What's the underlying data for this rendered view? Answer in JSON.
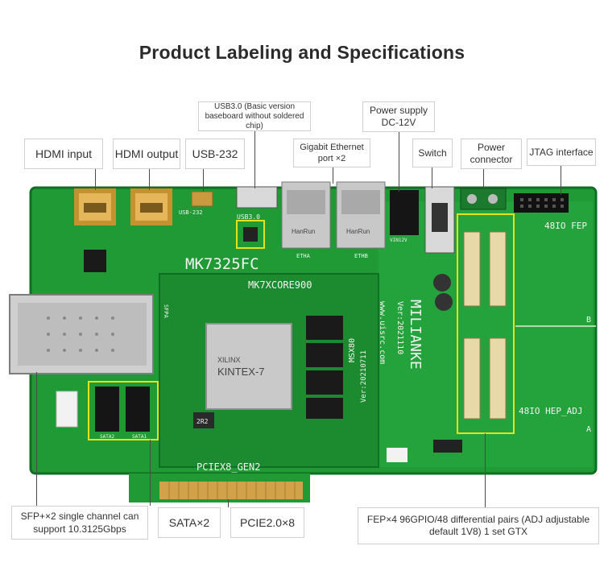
{
  "title": "Product Labeling and Specifications",
  "callouts": {
    "hdmi_input": "HDMI input",
    "hdmi_output": "HDMI output",
    "usb232": "USB-232",
    "usb30": "USB3.0 (Basic version baseboard without soldered chip)",
    "ethernet": "Gigabit Ethernet port ×2",
    "power_supply": "Power supply DC-12V",
    "switch": "Switch",
    "power_connector": "Power connector",
    "jtag": "JTAG interface",
    "sfp": "SFP+×2 single channel can support 10.3125Gbps",
    "sata": "SATA×2",
    "pcie": "PCIE2.0×8",
    "fep": "FEP×4 96GPIO/48 differential pairs (ADJ adjustable default 1V8) 1 set GTX"
  },
  "silkscreen": {
    "board_name": "MK7325FC",
    "core_name": "MK7XCORE900",
    "fpga_brand": "XILINX",
    "fpga_family": "KINTEX-7",
    "brand": "MILIANKE",
    "version": "Ver:2021110",
    "website": "www.uisrc.com",
    "pcie_label": "PCIEX8_GEN2",
    "io_fep": "48IO FEP",
    "io_hep": "48IO HEP_ADJ",
    "usb_label": "USB3.0",
    "usb232_label": "USB-232",
    "sata1": "SATA1",
    "sata2": "SATA2",
    "etha": "ETHA",
    "ethb": "ETHB",
    "vin": "VIN12V",
    "mem_chip": "2R2",
    "module_code": "MSX80",
    "module_ver": "Ver:20210711",
    "sfp_label": "SFPA",
    "magjack_brand": "HanRun",
    "marker_a": "A",
    "marker_b": "B"
  },
  "colors": {
    "board_green": "#1f9a35",
    "core_green": "#1c8a2f",
    "highlight": "#e6e21a",
    "gold": "#d2a24a"
  }
}
